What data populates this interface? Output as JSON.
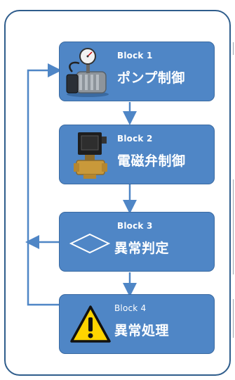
{
  "blocks": [
    {
      "label": "Block 1",
      "name": "ポンプ制御",
      "icon": "vacuum-pump-icon"
    },
    {
      "label": "Block 2",
      "name": "電磁弁制御",
      "icon": "solenoid-valve-icon"
    },
    {
      "label": "Block 3",
      "name": "異常判定",
      "icon": "decision-diamond-icon"
    },
    {
      "label": "Block 4",
      "name": "異常処理",
      "icon": "warning-icon"
    }
  ],
  "colors": {
    "panel_border": "#2f5d8c",
    "block_fill": "#4f86c6",
    "connector": "#4f86c6",
    "warning": "#ffd400"
  }
}
